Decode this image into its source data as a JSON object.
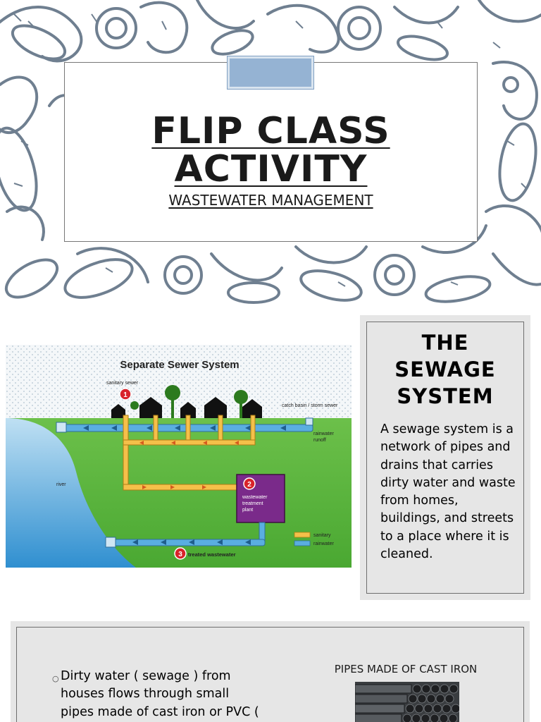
{
  "slide1": {
    "title_line1": "FLIP CLASS",
    "title_line2": "ACTIVITY",
    "subtitle": "WASTEWATER MANAGEMENT",
    "accent_color": "#95b3d3",
    "pattern_color": "#6f7f90"
  },
  "slide2": {
    "diagram": {
      "title": "Separate Sewer System",
      "labels": {
        "sanitary_sewer": "sanitary sewer",
        "catch_basin": "catch basin / storm sewer",
        "rainwater_runoff_1": "rainwater",
        "rainwater_runoff_2": "runoff",
        "river": "river",
        "plant_1": "wastewater",
        "plant_2": "treatment",
        "plant_3": "plant",
        "treated": "treated wastewater"
      },
      "markers": [
        "1",
        "2",
        "3"
      ],
      "legend": [
        {
          "label": "sanitary",
          "color": "#f5c04a"
        },
        {
          "label": "rainwater",
          "color": "#5aaee0"
        }
      ]
    },
    "info_title": [
      "THE",
      "SEWAGE",
      "SYSTEM"
    ],
    "info_body": "A sewage system is a network of pipes and drains that carries dirty water and waste from homes, buildings, and streets to a place where it is cleaned."
  },
  "slide3": {
    "bullet_mark": "○",
    "bullet_text": "Dirty water ( sewage ) from houses flows through small pipes made of cast iron or PVC ( polyvinyl chloride ).",
    "pipes_label": "PIPES MADE OF CAST IRON"
  }
}
